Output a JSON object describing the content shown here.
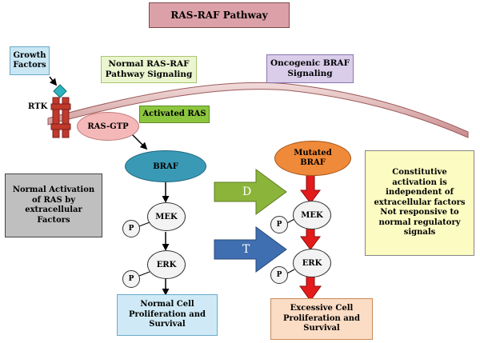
{
  "title": "RAS-RAF Pathway",
  "growth_factors": "Growth Factors",
  "rtk": "RTK",
  "normal_signaling": "Normal RAS-RAF Pathway Signaling",
  "oncogenic_signaling": "Oncogenic BRAF Signaling",
  "activated_ras": "Activated RAS",
  "ras_gtp": "RAS-GTP",
  "braf": "BRAF",
  "mutated_braf": "Mutated BRAF",
  "mek": "MEK",
  "erk": "ERK",
  "p": "P",
  "normal_activation": "Normal Activation of RAS by extracellular Factors",
  "constitutive": "Constitutive activation is independent of extracellular factors Not responsive to normal regulatory signals",
  "normal_outcome": "Normal Cell Proliferation and Survival",
  "excessive_outcome": "Excessive Cell Proliferation and Survival",
  "arrow_d": "D",
  "arrow_t": "T",
  "colors": {
    "title_bg": "#dca1a8",
    "growth_bg": "#c9e6f4",
    "normal_sig_bg": "#ebf5cf",
    "onco_sig_bg": "#d9cdea",
    "activated_ras_bg": "#8cc63f",
    "ras_gtp_bg": "#f4b8b8",
    "braf_bg": "#3a9ab5",
    "mutated_braf_bg": "#ef8a3a",
    "normal_act_bg": "#bfbfbf",
    "constitutive_bg": "#fcfbc2",
    "normal_outcome_bg": "#cfeaf6",
    "excessive_outcome_bg": "#fbdcc4",
    "arrow_d": "#8bb43a",
    "arrow_t": "#3f6fb0",
    "red_arrow": "#e31b1b",
    "rtk": "#c0392b"
  }
}
